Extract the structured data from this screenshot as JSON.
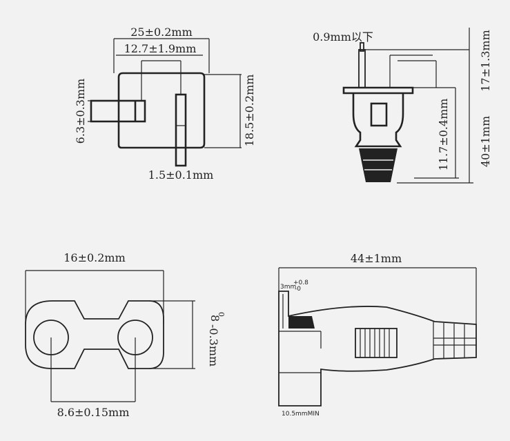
{
  "diagram": {
    "top_left": {
      "width_label": "25±0.2mm",
      "pin_spacing_label": "12.7±1.9mm",
      "pin_height_label": "6.3±0.3mm",
      "body_height_label": "18.5±0.2mm",
      "pin_thickness_label": "1.5±0.1mm"
    },
    "top_right": {
      "pin_tip_label": "0.9mm以下",
      "pin_length_label": "17±1.3mm",
      "body_length_label": "11.7±0.4mm",
      "total_length_label": "40±1mm"
    },
    "bottom_left": {
      "width_label": "16±0.2mm",
      "height_label_main": "8",
      "height_label_tol_top": "0",
      "height_label_tol_bottom": "-0.3mm",
      "hole_spacing_label": "8.6±0.15mm"
    },
    "bottom_right": {
      "length_label": "44±1mm",
      "offset_label": "3mm",
      "offset_tol_top": "+0.8",
      "offset_tol_bottom": "-0",
      "min_label": "10.5mmMIN"
    }
  }
}
